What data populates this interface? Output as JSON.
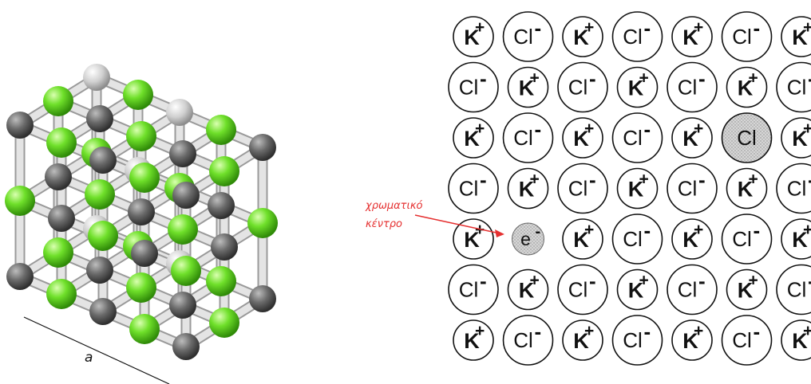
{
  "lattice_model": {
    "edge_label": "a",
    "colors": {
      "green_ion": "#5fd41e",
      "gray_ion": "#6e6e6e",
      "light_ion": "#c8c8c8",
      "rod": "#d8d8d8"
    }
  },
  "ionic_grid": {
    "cation_symbol": "K",
    "cation_charge": "+",
    "anion_symbol": "Cl",
    "anion_charge": "-",
    "anion_vacancy_symbol": "Cl",
    "electron_symbol": "e",
    "electron_charge": "-",
    "rows": [
      [
        "K+",
        "Cl-",
        "K+",
        "Cl-",
        "K+",
        "Cl-",
        "K+"
      ],
      [
        "Cl-",
        "K+",
        "Cl-",
        "K+",
        "Cl-",
        "K+",
        "Cl-"
      ],
      [
        "K+",
        "Cl-",
        "K+",
        "Cl-",
        "K+",
        "Cl",
        "K+"
      ],
      [
        "Cl-",
        "K+",
        "Cl-",
        "K+",
        "Cl-",
        "K+",
        "Cl-"
      ],
      [
        "K+",
        "e-",
        "K+",
        "Cl-",
        "K+",
        "Cl-",
        "K+"
      ],
      [
        "Cl-",
        "K+",
        "Cl-",
        "K+",
        "Cl-",
        "K+",
        "Cl-"
      ],
      [
        "K+",
        "Cl-",
        "K+",
        "Cl-",
        "K+",
        "Cl-",
        "K+"
      ]
    ],
    "colors": {
      "vacancy_fill": "#c9c9c9",
      "outline": "#111111"
    }
  },
  "annotation": {
    "line1": "χρωματικό",
    "line2": "κέντρο",
    "color": "#e53030"
  }
}
